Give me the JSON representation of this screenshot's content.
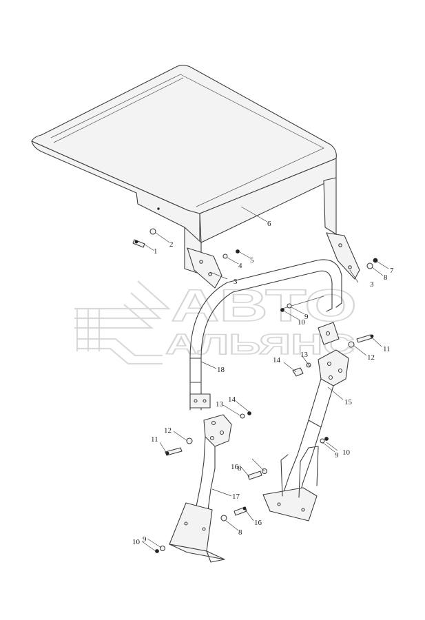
{
  "watermark": {
    "line1": "АВТО",
    "line2": "АЛЬЯНС"
  },
  "callouts": [
    {
      "id": "c-1",
      "label": "1"
    },
    {
      "id": "c-2",
      "label": "2"
    },
    {
      "id": "c-3a",
      "label": "3"
    },
    {
      "id": "c-3b",
      "label": "3"
    },
    {
      "id": "c-4",
      "label": "4"
    },
    {
      "id": "c-5",
      "label": "5"
    },
    {
      "id": "c-6",
      "label": "6"
    },
    {
      "id": "c-7",
      "label": "7"
    },
    {
      "id": "c-8a",
      "label": "8"
    },
    {
      "id": "c-8b",
      "label": "8"
    },
    {
      "id": "c-8c",
      "label": "8"
    },
    {
      "id": "c-9a",
      "label": "9"
    },
    {
      "id": "c-9b",
      "label": "9"
    },
    {
      "id": "c-9c",
      "label": "9"
    },
    {
      "id": "c-10a",
      "label": "10"
    },
    {
      "id": "c-10b",
      "label": "10"
    },
    {
      "id": "c-10c",
      "label": "10"
    },
    {
      "id": "c-11a",
      "label": "11"
    },
    {
      "id": "c-11b",
      "label": "11"
    },
    {
      "id": "c-12a",
      "label": "12"
    },
    {
      "id": "c-12b",
      "label": "12"
    },
    {
      "id": "c-13a",
      "label": "13"
    },
    {
      "id": "c-13b",
      "label": "13"
    },
    {
      "id": "c-14a",
      "label": "14"
    },
    {
      "id": "c-14b",
      "label": "14"
    },
    {
      "id": "c-15",
      "label": "15"
    },
    {
      "id": "c-16a",
      "label": "16"
    },
    {
      "id": "c-16b",
      "label": "16"
    },
    {
      "id": "c-17",
      "label": "17"
    },
    {
      "id": "c-18",
      "label": "18"
    }
  ]
}
